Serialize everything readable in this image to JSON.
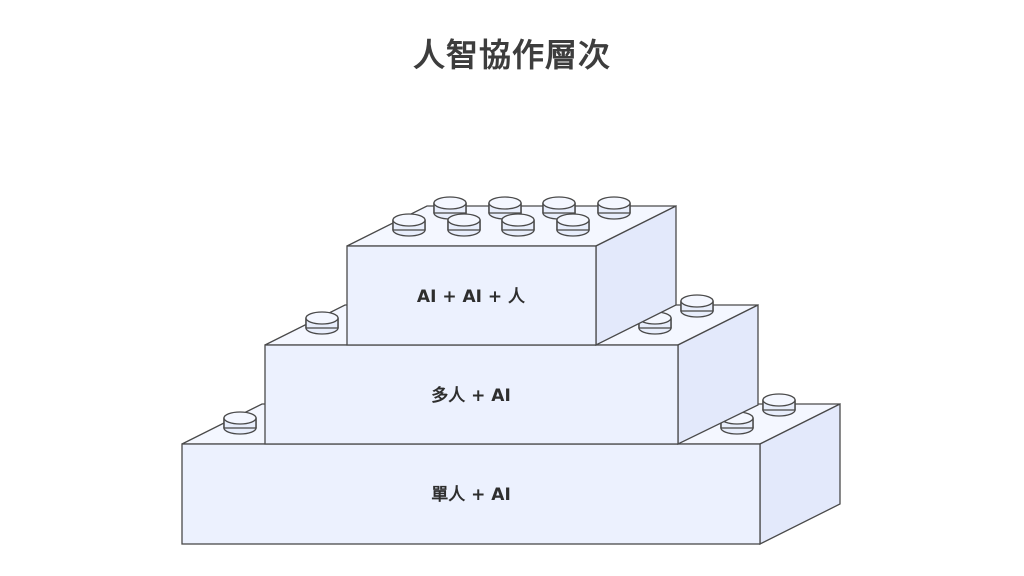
{
  "title": "人智協作層次",
  "tiers": [
    {
      "label": "AI + AI + 人"
    },
    {
      "label": "多人 + AI"
    },
    {
      "label": "單人 + AI"
    }
  ],
  "colors": {
    "brick_front": "#ecf1fe",
    "brick_top": "#f4f7ff",
    "brick_side": "#e3e9fb",
    "outline": "#4a4a4a",
    "text": "#2e2e2e",
    "title": "#3d3d3d"
  }
}
